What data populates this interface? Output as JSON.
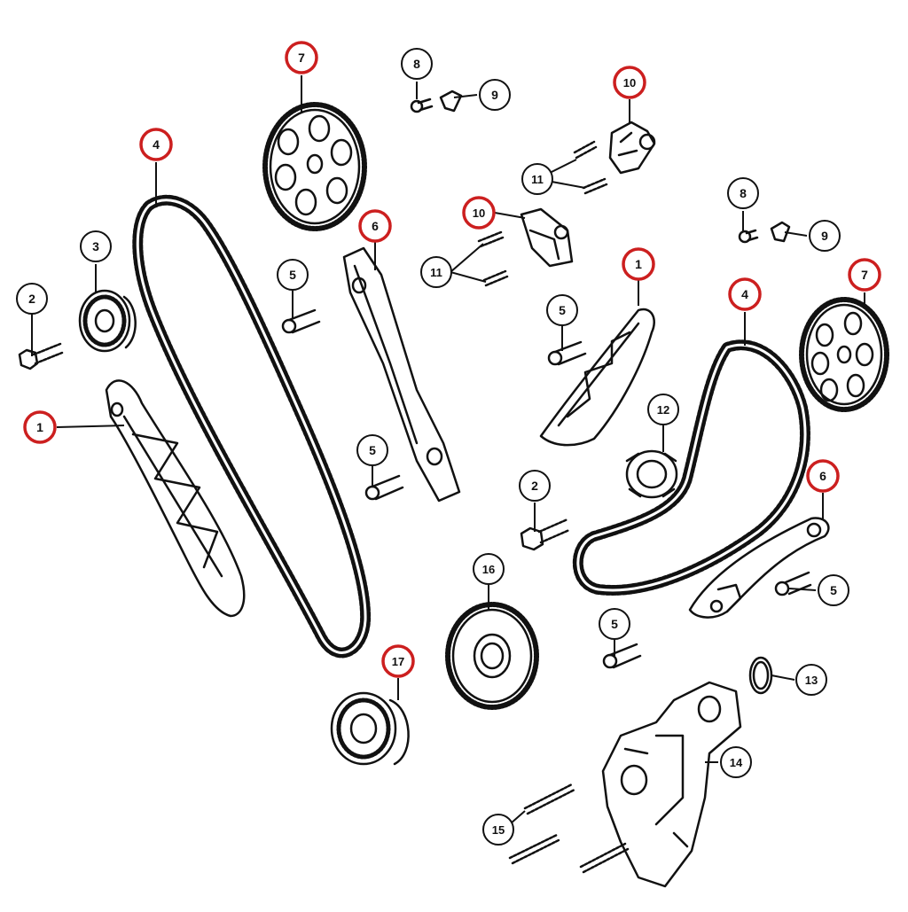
{
  "callouts": [
    {
      "id": "c-7a",
      "label": "7",
      "highlighted": true
    },
    {
      "id": "c-4a",
      "label": "4",
      "highlighted": true
    },
    {
      "id": "c-8a",
      "label": "8",
      "highlighted": false
    },
    {
      "id": "c-9a",
      "label": "9",
      "highlighted": false
    },
    {
      "id": "c-10a",
      "label": "10",
      "highlighted": true
    },
    {
      "id": "c-11a",
      "label": "11",
      "highlighted": false
    },
    {
      "id": "c-10b",
      "label": "10",
      "highlighted": true
    },
    {
      "id": "c-11b",
      "label": "11",
      "highlighted": false
    },
    {
      "id": "c-6a",
      "label": "6",
      "highlighted": true
    },
    {
      "id": "c-3",
      "label": "3",
      "highlighted": false
    },
    {
      "id": "c-2a",
      "label": "2",
      "highlighted": false
    },
    {
      "id": "c-5a",
      "label": "5",
      "highlighted": false
    },
    {
      "id": "c-8b",
      "label": "8",
      "highlighted": false
    },
    {
      "id": "c-9b",
      "label": "9",
      "highlighted": false
    },
    {
      "id": "c-7b",
      "label": "7",
      "highlighted": true
    },
    {
      "id": "c-1a",
      "label": "1",
      "highlighted": true
    },
    {
      "id": "c-4b",
      "label": "4",
      "highlighted": true
    },
    {
      "id": "c-5b",
      "label": "5",
      "highlighted": false
    },
    {
      "id": "c-1b",
      "label": "1",
      "highlighted": true
    },
    {
      "id": "c-12",
      "label": "12",
      "highlighted": false
    },
    {
      "id": "c-5c",
      "label": "5",
      "highlighted": false
    },
    {
      "id": "c-6b",
      "label": "6",
      "highlighted": true
    },
    {
      "id": "c-2b",
      "label": "2",
      "highlighted": false
    },
    {
      "id": "c-16",
      "label": "16",
      "highlighted": false
    },
    {
      "id": "c-5d",
      "label": "5",
      "highlighted": false
    },
    {
      "id": "c-5e",
      "label": "5",
      "highlighted": false
    },
    {
      "id": "c-17",
      "label": "17",
      "highlighted": true
    },
    {
      "id": "c-13",
      "label": "13",
      "highlighted": false
    },
    {
      "id": "c-14",
      "label": "14",
      "highlighted": false
    },
    {
      "id": "c-15",
      "label": "15",
      "highlighted": false
    }
  ],
  "colors": {
    "highlight_ring": "#cc1f1f",
    "normal_ring": "#111111",
    "line": "#111111",
    "paper": "#ffffff"
  }
}
